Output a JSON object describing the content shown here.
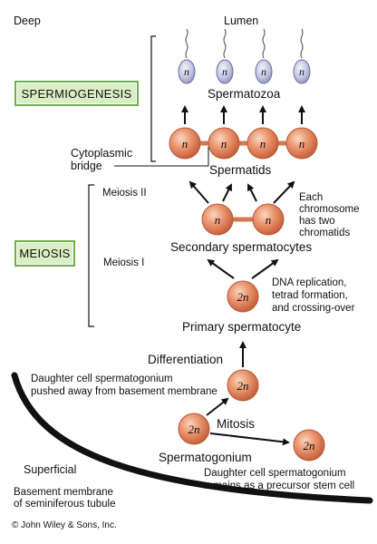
{
  "corners": {
    "top_left": "Deep",
    "bottom_left": "Superficial",
    "copyright": "© John Wiley & Sons, Inc."
  },
  "top": {
    "lumen": "Lumen",
    "spermatozoa": "Spermatozoa"
  },
  "boxes": {
    "spermiogenesis": "SPERMIOGENESIS",
    "meiosis": "MEIOSIS"
  },
  "brackets": {
    "meiosis_two": "Meiosis II",
    "meiosis_one": "Meiosis I"
  },
  "cells": {
    "spermatids": "Spermatids",
    "cytoplasmic_bridge": [
      "Cytoplasmic",
      "bridge"
    ],
    "secondary": "Secondary spermatocytes",
    "chromosome_note": [
      "Each",
      "chromosome",
      "has two",
      "chromatids"
    ],
    "primary": "Primary spermatocyte",
    "dna_note": [
      "DNA replication,",
      "tetrad formation,",
      "and crossing-over"
    ],
    "differentiation": "Differentiation",
    "pushed_note": [
      "Daughter cell spermatogonium",
      "pushed away from basement membrane"
    ],
    "mitosis": "Mitosis",
    "spermatogonium": "Spermatogonium",
    "stem_note": [
      "Daughter cell spermatogonium",
      "remains as a precursor stem cell"
    ],
    "membrane_note": [
      "Basement membrane",
      "of seminiferous tubule"
    ]
  },
  "ploidy": {
    "haploid": "n",
    "diploid": "2n"
  },
  "colors": {
    "cell_fill": "#e8936c",
    "cell_edge": "#b65a38",
    "sperm_fill": "#c3c5e2",
    "box_fill": "#d9efc3",
    "box_border": "#6fae4a"
  }
}
